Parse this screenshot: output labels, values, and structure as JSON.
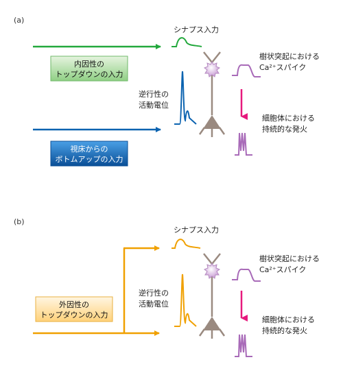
{
  "panel_a": {
    "label": "(a)",
    "synapse_input": "シナプス入力",
    "dendrite_spike_line1": "樹状突起における",
    "dendrite_spike_line2": "Ca²⁺スパイク",
    "backprop_line1": "逆行性の",
    "backprop_line2": "活動電位",
    "soma_line1": "細胞体における",
    "soma_line2": "持続的な発火",
    "topdown_box_line1": "内因性の",
    "topdown_box_line2": "トップダウンの入力",
    "bottomup_box_line1": "視床からの",
    "bottomup_box_line2": "ボトムアップの入力"
  },
  "panel_b": {
    "label": "(b)",
    "synapse_input": "シナプス入力",
    "dendrite_spike_line1": "樹状突起における",
    "dendrite_spike_line2": "Ca²⁺スパイク",
    "backprop_line1": "逆行性の",
    "backprop_line2": "活動電位",
    "soma_line1": "細胞体における",
    "soma_line2": "持続的な発火",
    "topdown_box_line1": "外因性の",
    "topdown_box_line2": "トップダウンの入力"
  },
  "colors": {
    "green": "#22a83c",
    "blue": "#0b63b0",
    "orange": "#f0a000",
    "purple": "#a86ab8",
    "magenta": "#e6197d",
    "neuron": "#9a8a80"
  }
}
